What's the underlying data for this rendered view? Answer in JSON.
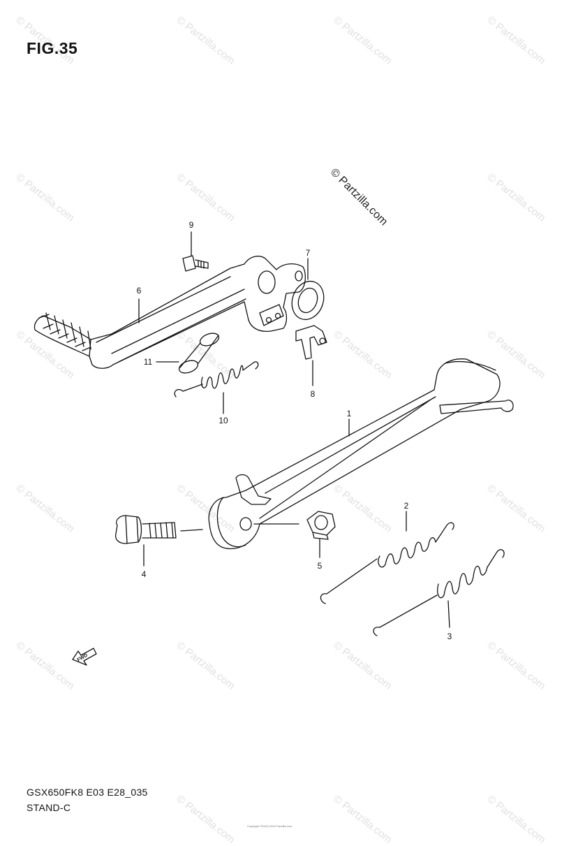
{
  "figure": {
    "title": "FIG.35",
    "code": "GSX650FK8 E03 E28_035",
    "section": "STAND-C",
    "watermark": "© Partzilla.com",
    "copyright_note": "Copyright ©2004-2015 Partzilla.com"
  },
  "callouts": [
    "1",
    "2",
    "3",
    "4",
    "5",
    "6",
    "7",
    "8",
    "9",
    "10",
    "11"
  ],
  "fwd_label": "FWD",
  "colors": {
    "ink": "#111111",
    "watermark": "#e0e0e0"
  }
}
